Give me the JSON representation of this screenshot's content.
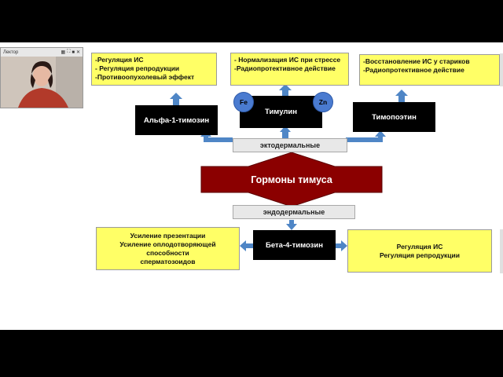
{
  "video_panel": {
    "title": "Лектор"
  },
  "colors": {
    "accent_red": "#8b0000",
    "arrow_blue": "#4f86c6",
    "box_yellow": "#ffff66",
    "box_black": "#000000"
  },
  "diagram": {
    "top_boxes": {
      "alpha_effects": "-Регуляция ИС\n- Регуляция репродукции\n-Противоопухолевый эффект",
      "thymulin_effects": "- Нормализация ИС при стрессе\n-Радиопротективное действие",
      "thymopoietin_effects": "-Восстановление ИС у стариков\n-Радиопротективное действие"
    },
    "hormones": {
      "alpha": "Альфа-1-тимозин",
      "thymulin": "Тимулин",
      "thymopoietin": "Тимопоэтин",
      "beta": "Бета-4-тимозин"
    },
    "elements": {
      "fe": "Fe",
      "zn": "Zn"
    },
    "ectodermal": "эктодермальные",
    "endodermal": "эндодермальные",
    "main_title": "Гормоны тимуса",
    "beta_left_effects": "Усиление презентации\nУсиление оплодотворяющей\nспособности\nсперматозоидов",
    "beta_right_effects": "Регуляция ИС\nРегуляция репродукции"
  }
}
